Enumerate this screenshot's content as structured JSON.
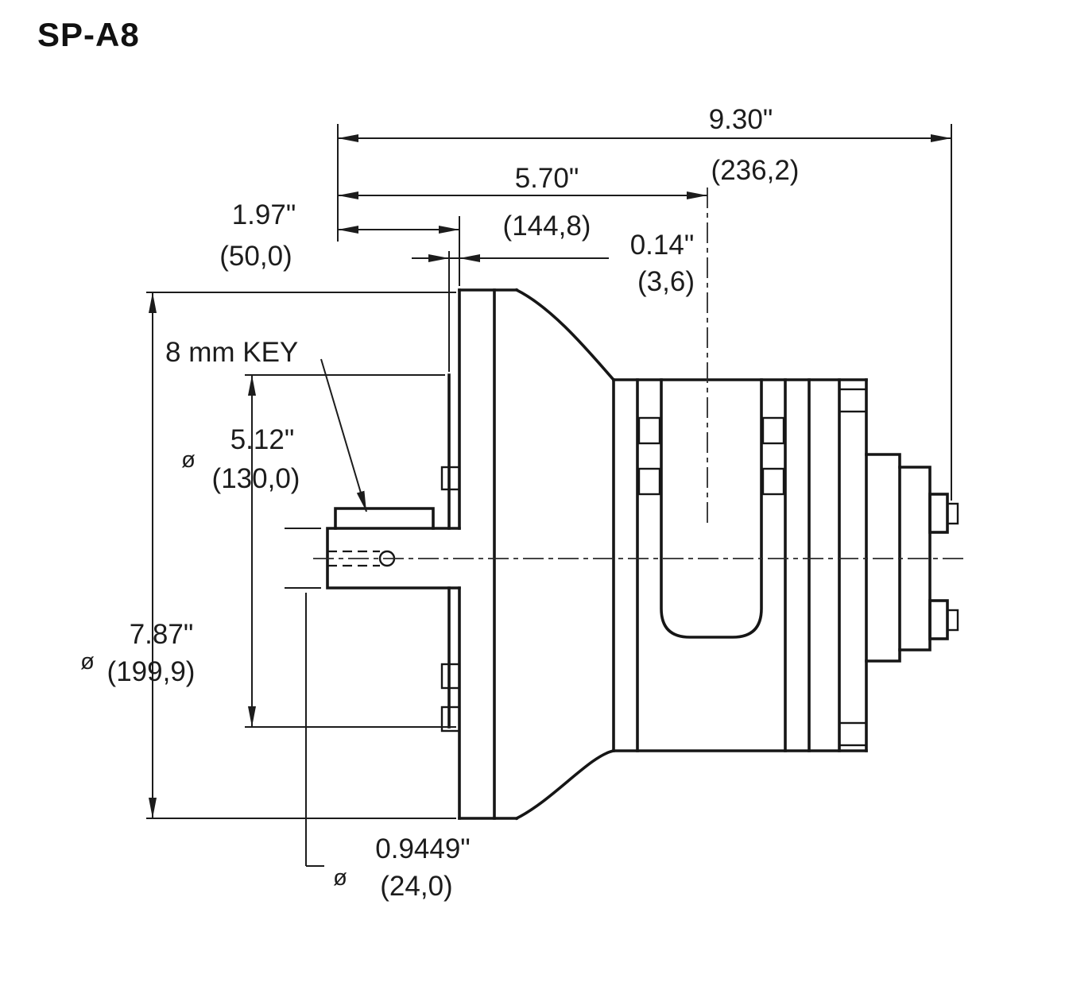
{
  "title": "SP-A8",
  "symbols": {
    "diameter": "ø"
  },
  "labels": {
    "key": "8 mm KEY"
  },
  "dims": {
    "overall_length": {
      "in": "9.30\"",
      "mm": "(236,2)"
    },
    "port_center": {
      "in": "5.70\"",
      "mm": "(144,8)"
    },
    "shaft_length": {
      "in": "1.97\"",
      "mm": "(50,0)"
    },
    "pilot_depth": {
      "in": "0.14\"",
      "mm": "(3,6)"
    },
    "pilot_diameter": {
      "in": "5.12\"",
      "mm": "(130,0)"
    },
    "flange_diameter": {
      "in": "7.87\"",
      "mm": "(199,9)"
    },
    "shaft_diameter": {
      "in": "0.9449\"",
      "mm": "(24,0)"
    }
  }
}
